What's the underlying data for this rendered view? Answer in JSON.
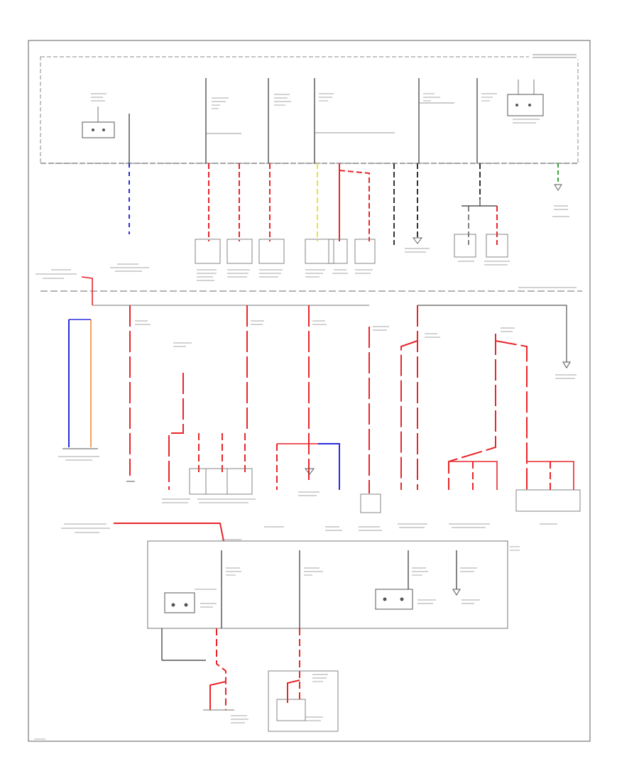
{
  "title": "",
  "colors": {
    "frame": "#555555",
    "wire_default": "#333333",
    "red": "#e8262a",
    "blue": "#2b2bdc",
    "yellow": "#e9e63a",
    "green": "#39a539",
    "orange": "#f08a3a",
    "pink": "#f2a3a3"
  },
  "wire_colors": {
    "w1": "blue",
    "w2": "red",
    "w3": "red",
    "w4": "red",
    "w5": "yellow",
    "w6": "red",
    "w7": "red",
    "w8": "default",
    "w9": "default",
    "w10": "default",
    "w11": "green",
    "w12": "blue",
    "w13": "orange",
    "w14": "red",
    "w15": "red",
    "w16": "red",
    "w17": "red",
    "w18": "red",
    "w19": "red",
    "w20": "red",
    "w21": "blue",
    "w22": "red",
    "w23": "red",
    "w24": "red",
    "w25": "red",
    "w26": "red"
  },
  "icons": {
    "fuse": "fuse-icon",
    "relay": "relay-icon",
    "ground": "ground-icon",
    "connector": "connector-icon"
  },
  "footer": {
    "text": ""
  }
}
